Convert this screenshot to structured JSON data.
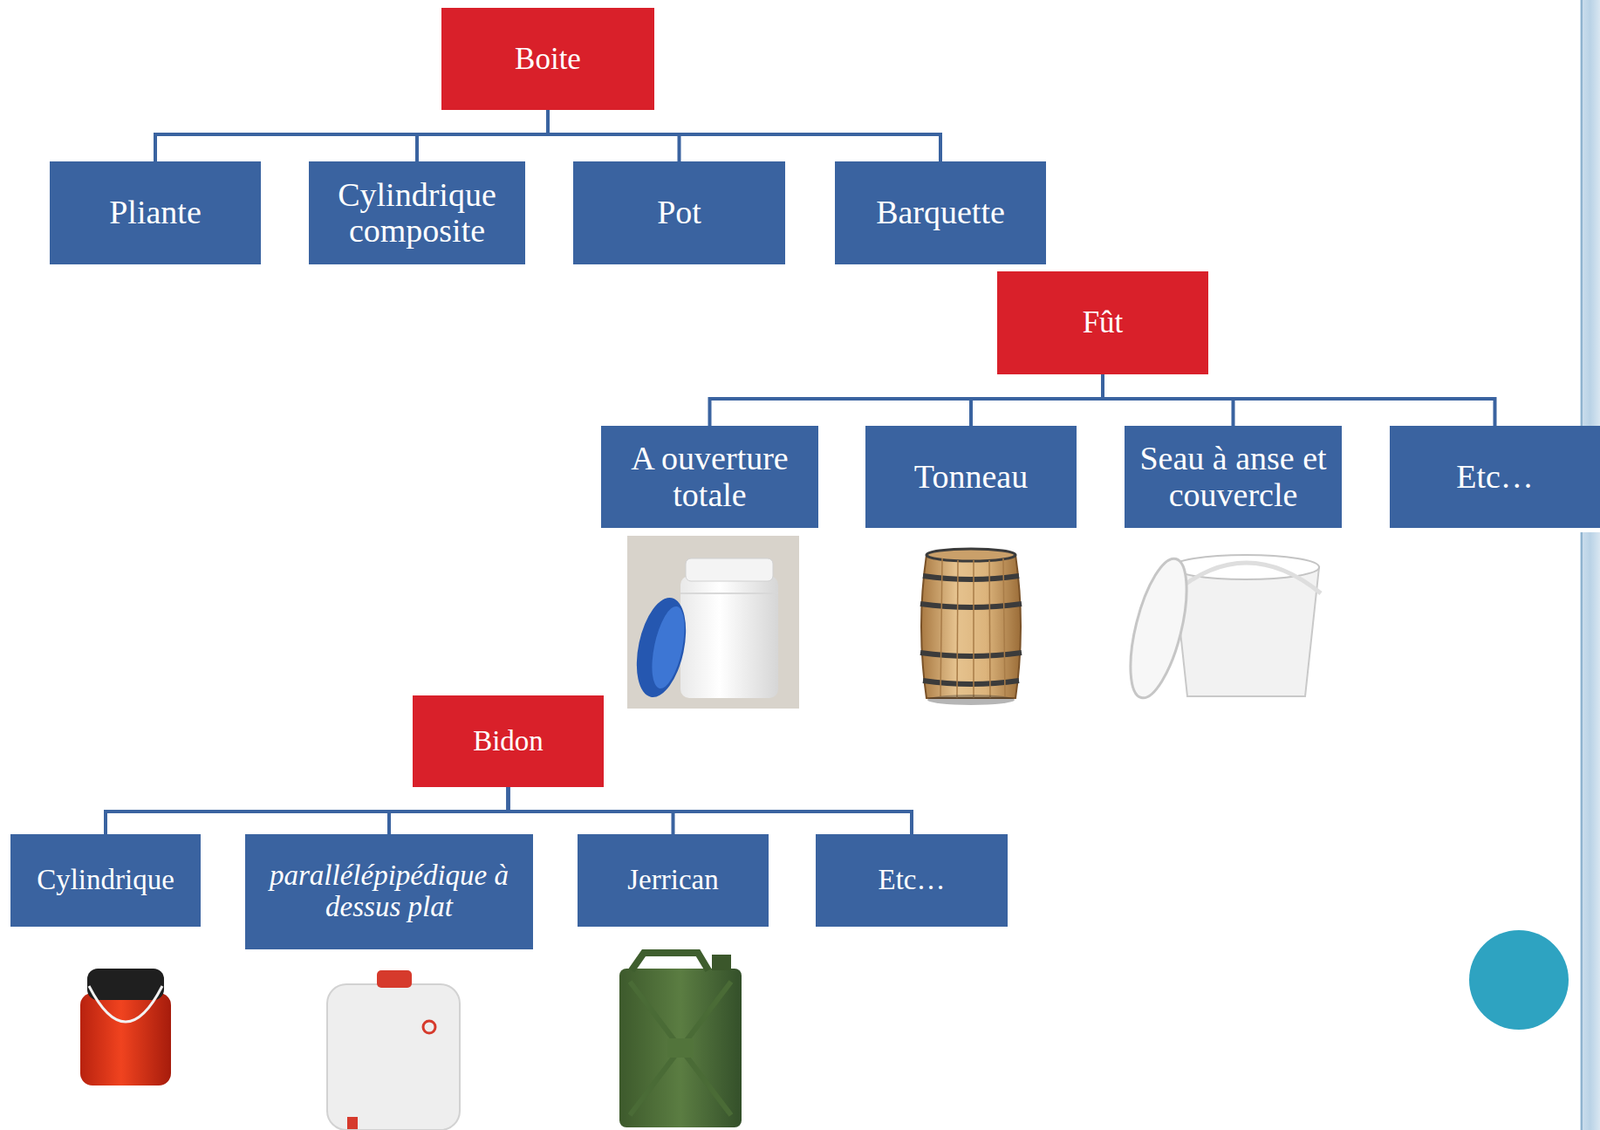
{
  "diagram": {
    "nodes": [
      {
        "text": [
          "Boite"
        ]
      },
      {
        "text": [
          "Pliante"
        ]
      },
      {
        "text": [
          "Cylindrique composite"
        ]
      },
      {
        "text": [
          "Pot"
        ]
      },
      {
        "text": [
          "Barquette"
        ]
      },
      {
        "text": [
          "Fût"
        ]
      },
      {
        "text": [
          "A ouverture totale"
        ]
      },
      {
        "text": [
          "Tonneau"
        ]
      },
      {
        "text": [
          "Seau à anse et couvercle"
        ]
      },
      {
        "text": [
          "Etc…"
        ]
      },
      {
        "text": [
          "Bidon"
        ]
      },
      {
        "text": [
          "Cylindrique"
        ]
      },
      {
        "text": [
          "parallélépipédique à dessus plat"
        ]
      },
      {
        "text": [
          "Jerrican"
        ]
      },
      {
        "text": [
          "Etc…"
        ]
      }
    ],
    "edges": [
      {
        "from": 0,
        "to": 1,
        "arrow": "none"
      },
      {
        "from": 0,
        "to": 2,
        "arrow": "none"
      },
      {
        "from": 0,
        "to": 3,
        "arrow": "none"
      },
      {
        "from": 0,
        "to": 4,
        "arrow": "none"
      },
      {
        "from": 5,
        "to": 6,
        "arrow": "none"
      },
      {
        "from": 5,
        "to": 7,
        "arrow": "none"
      },
      {
        "from": 5,
        "to": 8,
        "arrow": "none"
      },
      {
        "from": 5,
        "to": 9,
        "arrow": "none"
      },
      {
        "from": 10,
        "to": 11,
        "arrow": "none"
      },
      {
        "from": 10,
        "to": 12,
        "arrow": "none"
      },
      {
        "from": 10,
        "to": 13,
        "arrow": "none"
      },
      {
        "from": 10,
        "to": 14,
        "arrow": "none"
      }
    ]
  }
}
